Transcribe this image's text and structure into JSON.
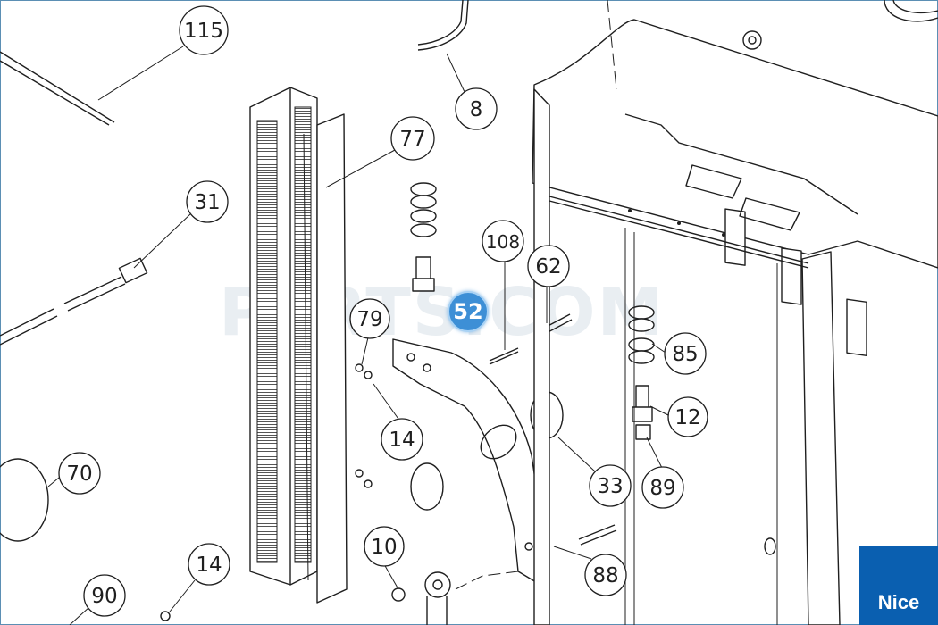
{
  "diagram": {
    "callouts": [
      "115",
      "8",
      "77",
      "31",
      "108",
      "62",
      "79",
      "14",
      "85",
      "12",
      "70",
      "33",
      "89",
      "10",
      "14",
      "88",
      "90"
    ],
    "highlighted_part": "52"
  },
  "watermark": {
    "text": "PARTS.COM"
  },
  "brand": {
    "logo_text": "Nice"
  }
}
